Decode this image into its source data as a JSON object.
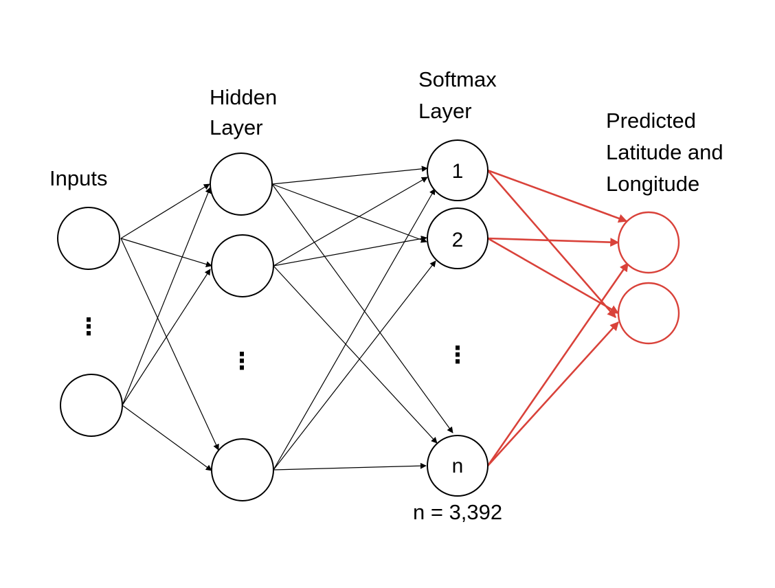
{
  "colors": {
    "black": "#000000",
    "output": "#d9423a",
    "background": "#ffffff"
  },
  "labels": {
    "inputs": "Inputs",
    "hidden_line1": "Hidden",
    "hidden_line2": "Layer",
    "softmax_line1": "Softmax",
    "softmax_line2": "Layer",
    "predicted_line1": "Predicted",
    "predicted_line2": "Latitude and",
    "predicted_line3": "Longitude",
    "n_value": "n = 3,392"
  },
  "nodes": {
    "softmax_1": "1",
    "softmax_2": "2",
    "softmax_n": "n"
  },
  "ellipsis": "⋮"
}
